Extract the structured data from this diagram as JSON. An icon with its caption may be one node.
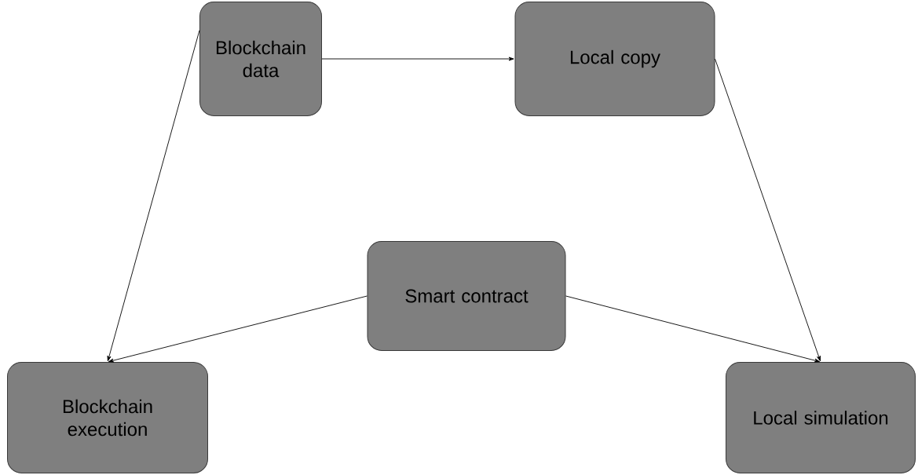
{
  "diagram": {
    "nodes": [
      {
        "text": [
          "Blockchain data"
        ]
      },
      {
        "text": [
          "Local copy"
        ]
      },
      {
        "text": [
          "Smart contract"
        ]
      },
      {
        "text": [
          "Blockchain execution"
        ]
      },
      {
        "text": [
          "Local simulation"
        ]
      }
    ],
    "edges": [
      {
        "from": 0,
        "to": 1,
        "arrow": "to"
      },
      {
        "from": 0,
        "to": 3,
        "arrow": "to"
      },
      {
        "from": 1,
        "to": 4,
        "arrow": "to"
      },
      {
        "from": 2,
        "to": 3,
        "arrow": "to"
      },
      {
        "from": 2,
        "to": 4,
        "arrow": "to"
      }
    ]
  }
}
